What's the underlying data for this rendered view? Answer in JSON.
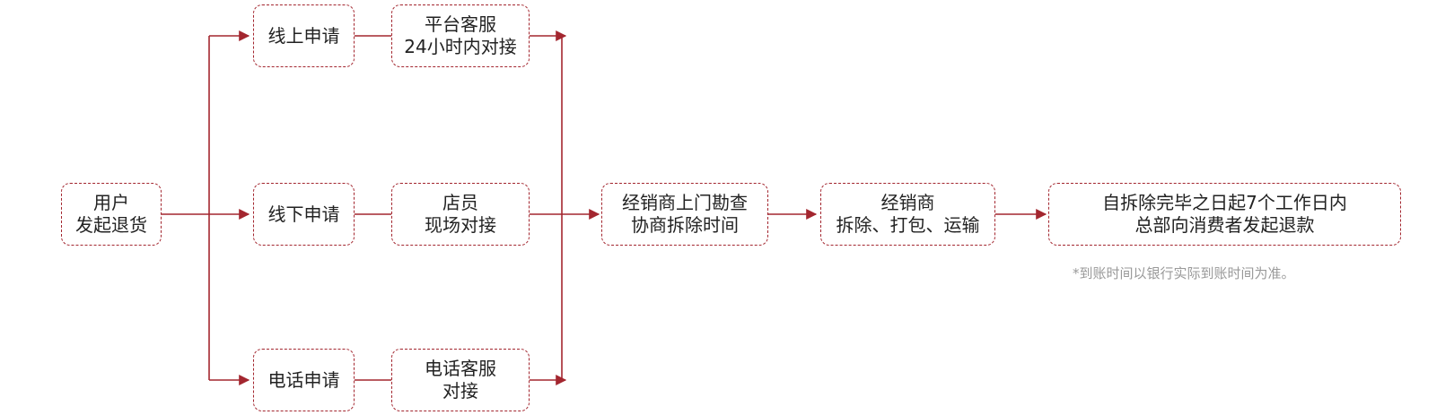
{
  "colors": {
    "accent": "#a3262f",
    "text": "#222222",
    "note": "#999999"
  },
  "nodes": {
    "user": {
      "line1": "用户",
      "line2": "发起退货"
    },
    "online": {
      "label": "线上申请"
    },
    "offline": {
      "label": "线下申请"
    },
    "phone": {
      "label": "电话申请"
    },
    "platform_service": {
      "line1": "平台客服",
      "line2": "24小时内对接"
    },
    "clerk": {
      "line1": "店员",
      "line2": "现场对接"
    },
    "phone_service": {
      "line1": "电话客服",
      "line2": "对接"
    },
    "survey": {
      "line1": "经销商上门勘查",
      "line2": "协商拆除时间"
    },
    "dealer": {
      "line1": "经销商",
      "line2": "拆除、打包、运输"
    },
    "refund": {
      "line1": "自拆除完毕之日起7个工作日内",
      "line2": "总部向消费者发起退款"
    }
  },
  "note": "*到账时间以银行实际到账时间为准。"
}
